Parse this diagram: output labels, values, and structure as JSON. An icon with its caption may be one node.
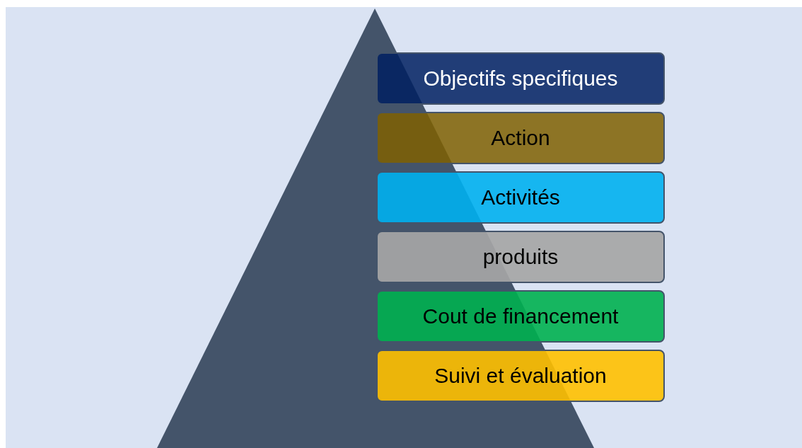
{
  "diagram": {
    "nodes": [
      {
        "text": [
          "Objectifs specifiques"
        ]
      },
      {
        "text": [
          "Action"
        ]
      },
      {
        "text": [
          "Activités"
        ]
      },
      {
        "text": [
          "produits"
        ]
      },
      {
        "text": [
          "Cout de financement"
        ]
      },
      {
        "text": [
          "Suivi et évaluation"
        ]
      }
    ]
  }
}
